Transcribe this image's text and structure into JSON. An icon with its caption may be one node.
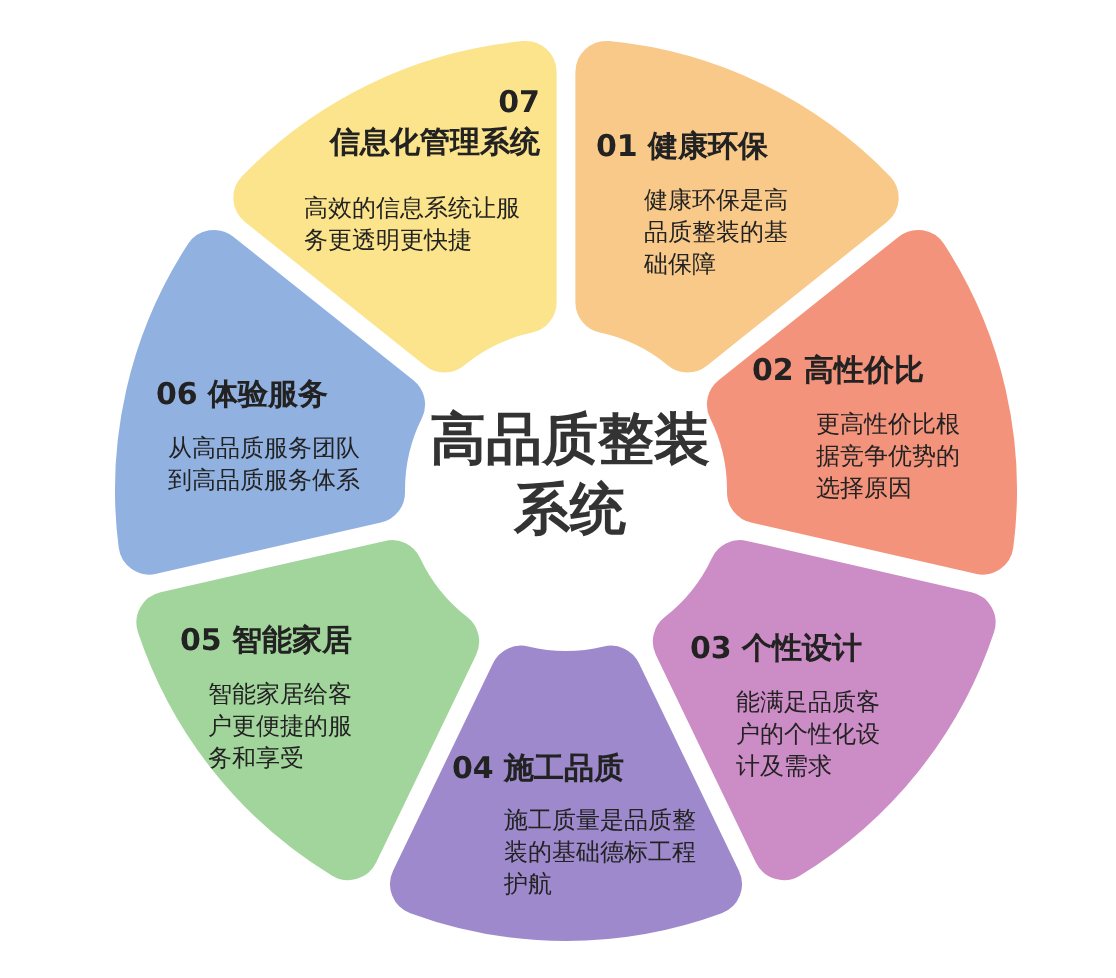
{
  "diagram": {
    "title": "高品质整装系统",
    "nodes": [
      {
        "text": [
          "01 健康环保",
          "健康环保是高品质整装的基础保障"
        ]
      },
      {
        "text": [
          "02 高性价比",
          "更高性价比根据竞争优势的选择原因"
        ]
      },
      {
        "text": [
          "03 个性设计",
          "能满足品质客户的个性化设计及需求"
        ]
      },
      {
        "text": [
          "04 施工品质",
          "施工质量是品质整装的基础德标工程护航"
        ]
      },
      {
        "text": [
          "05 智能家居",
          "智能家居给客户更便捷的服务和享受"
        ]
      },
      {
        "text": [
          "06 体验服务",
          "从高品质服务团队到高品质服务体系"
        ]
      },
      {
        "text": [
          "07 信息化管理系统",
          "高效的信息系统让服务更透明更快捷"
        ]
      }
    ]
  }
}
